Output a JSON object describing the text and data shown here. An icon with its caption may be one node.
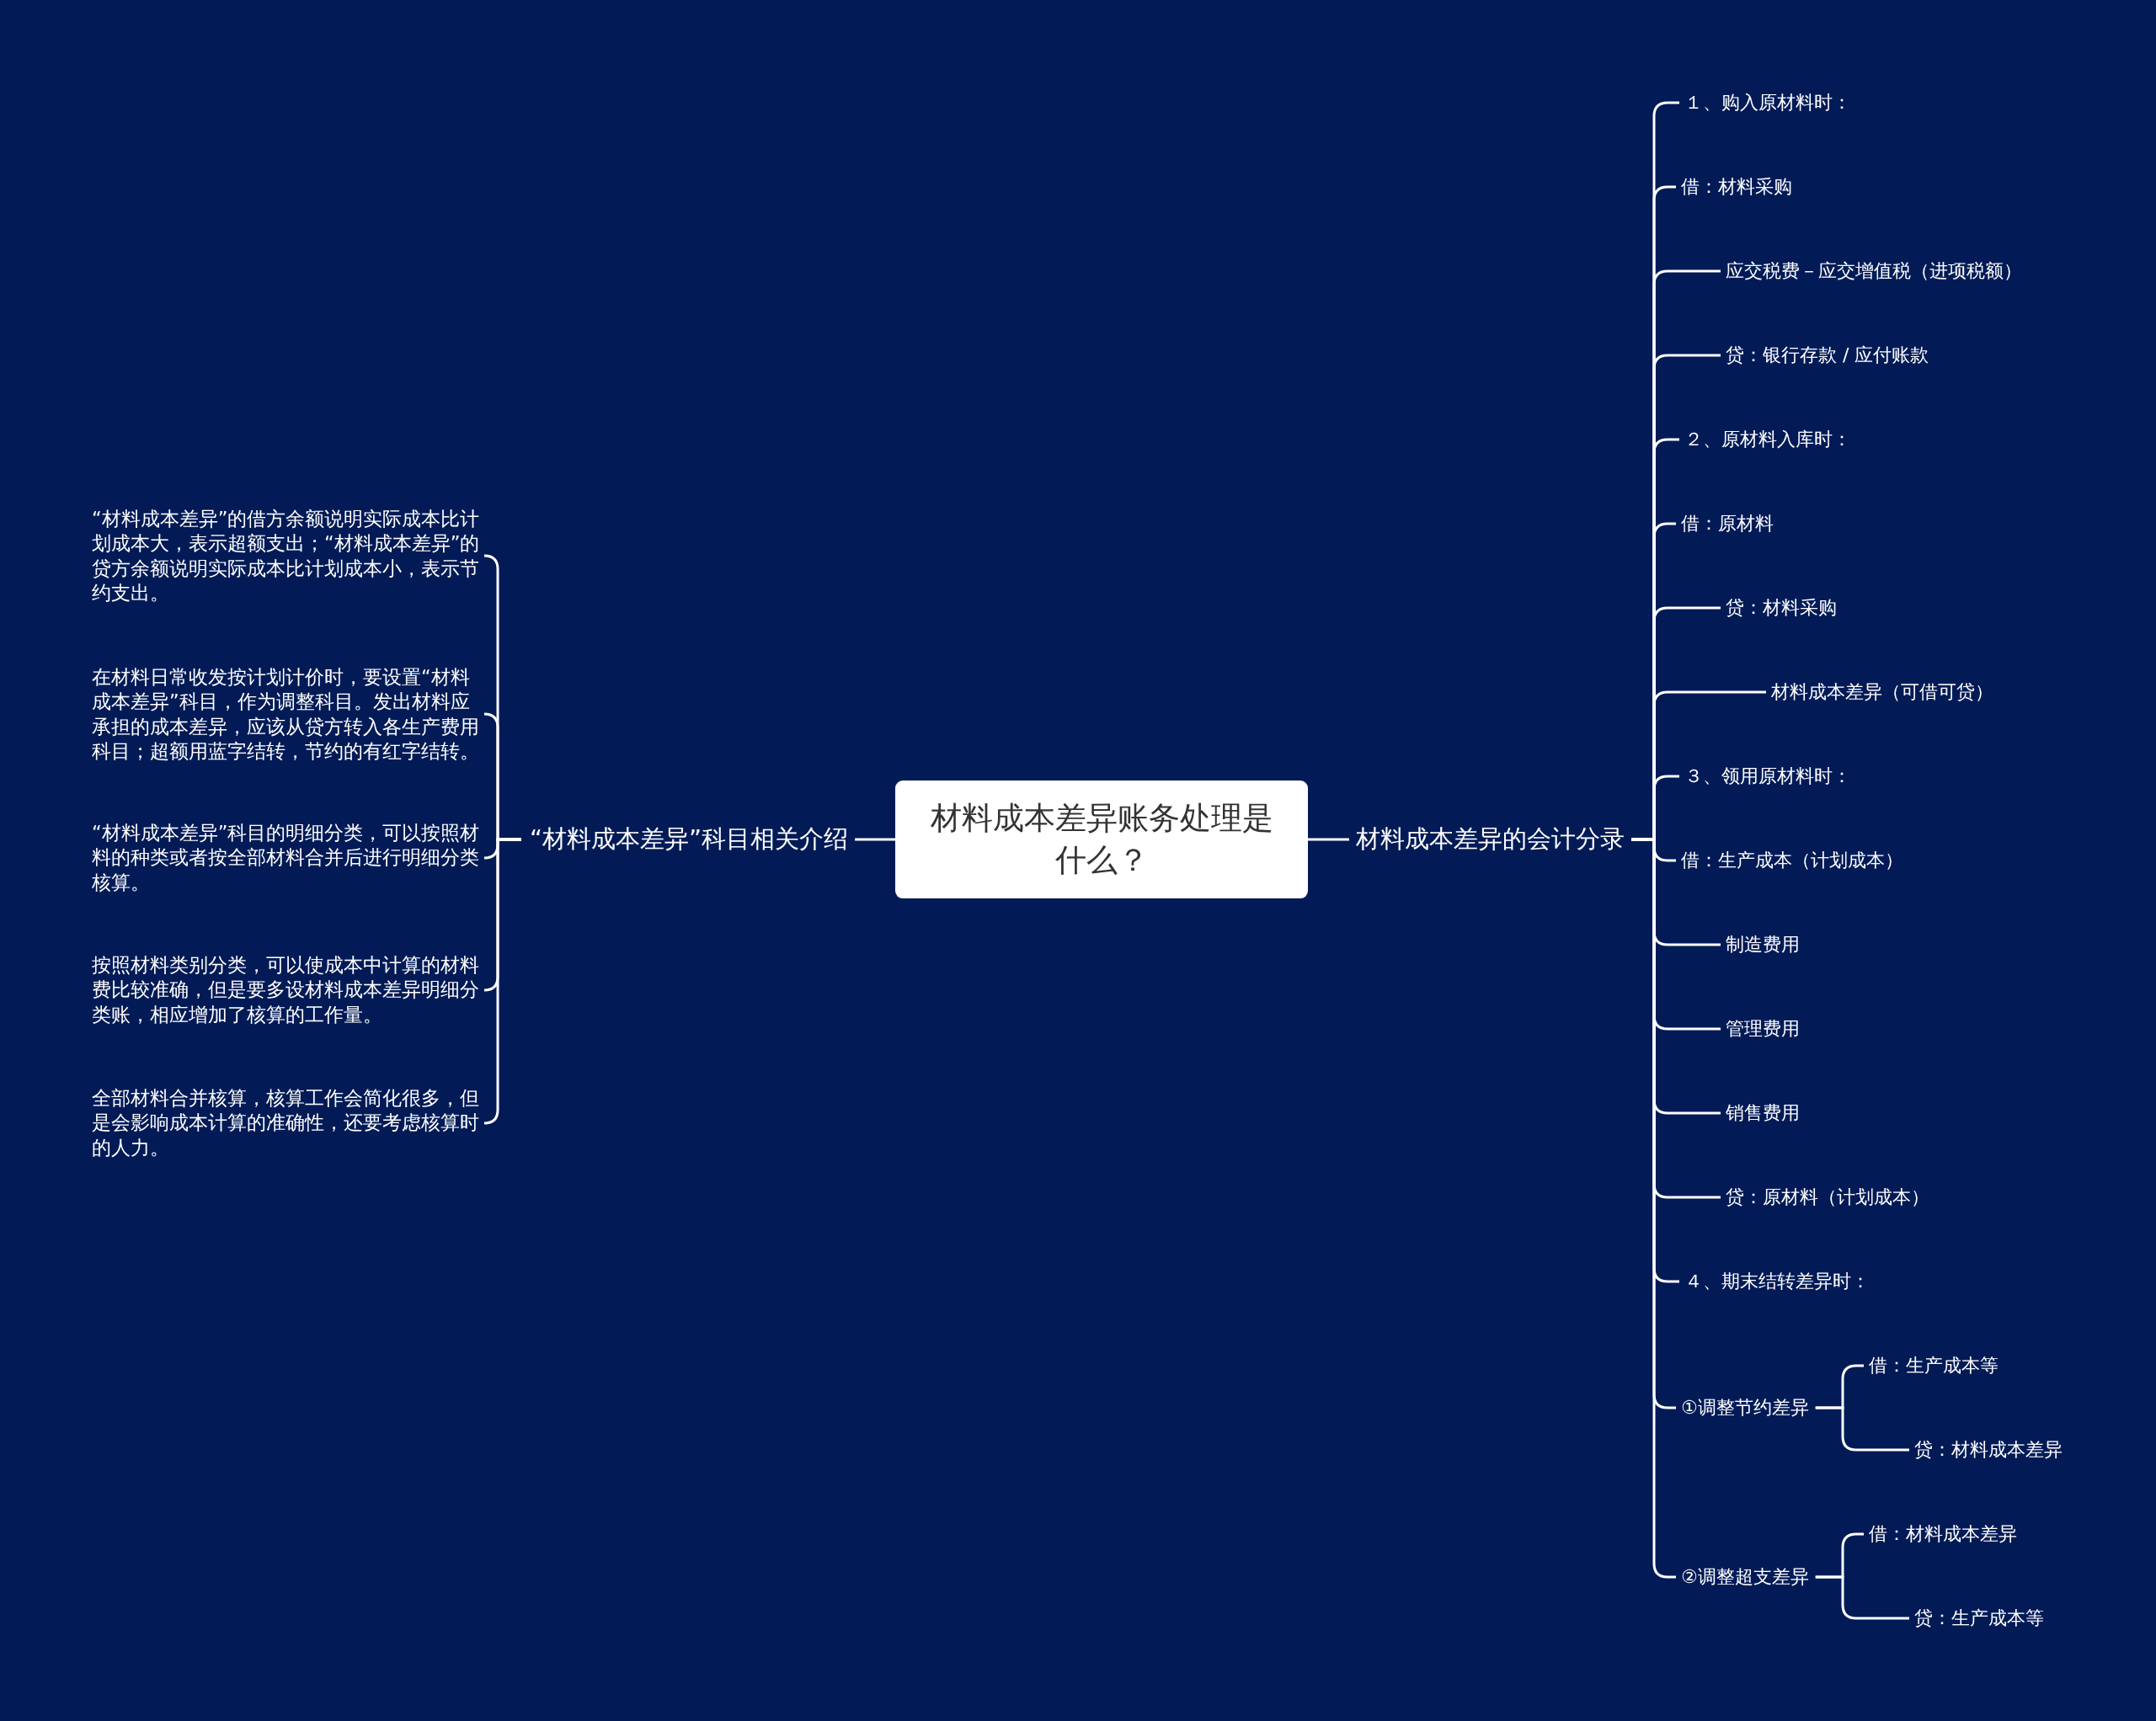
{
  "diagram": {
    "nodes": [
      {
        "text": [
          "材料成本差异账务处理是什么？"
        ]
      },
      {
        "text": [
          "材料成本差异的会计分录"
        ]
      },
      {
        "text": [
          "“材料成本差异”科目相关介绍"
        ]
      },
      {
        "text": [
          "１、购入原材料时："
        ]
      },
      {
        "text": [
          "借：材料采购"
        ]
      },
      {
        "text": [
          "应交税费－应交增值税（进项税额）"
        ]
      },
      {
        "text": [
          "贷：银行存款 / 应付账款"
        ]
      },
      {
        "text": [
          "２、原材料入库时："
        ]
      },
      {
        "text": [
          "借：原材料"
        ]
      },
      {
        "text": [
          "贷：材料采购"
        ]
      },
      {
        "text": [
          "材料成本差异（可借可贷）"
        ]
      },
      {
        "text": [
          "３、领用原材料时："
        ]
      },
      {
        "text": [
          "借：生产成本（计划成本）"
        ]
      },
      {
        "text": [
          "制造费用"
        ]
      },
      {
        "text": [
          "管理费用"
        ]
      },
      {
        "text": [
          "销售费用"
        ]
      },
      {
        "text": [
          "贷：原材料（计划成本）"
        ]
      },
      {
        "text": [
          "４、期末结转差异时："
        ]
      },
      {
        "text": [
          "①调整节约差异"
        ]
      },
      {
        "text": [
          "借：生产成本等"
        ]
      },
      {
        "text": [
          "贷：材料成本差异"
        ]
      },
      {
        "text": [
          "②调整超支差异"
        ]
      },
      {
        "text": [
          "借：材料成本差异"
        ]
      },
      {
        "text": [
          "贷：生产成本等"
        ]
      },
      {
        "text": [
          "“材料成本差异”的借方余额说明实际成本比计划成本大，表示超额支出；“材料成本差异”的贷方余额说明实际成本比计划成本小，表示节约支出。"
        ]
      },
      {
        "text": [
          "在材料日常收发按计划计价时，要设置“材料成本差异”科目，作为调整科目。发出材料应承担的成本差异，应该从贷方转入各生产费用科目；超额用蓝字结转，节约的有红字结转。"
        ]
      },
      {
        "text": [
          "“材料成本差异”科目的明细分类，可以按照材料的种类或者按全部材料合并后进行明细分类核算。"
        ]
      },
      {
        "text": [
          "按照材料类别分类，可以使成本中计算的材料费比较准确，但是要多设材料成本差异明细分类账，相应增加了核算的工作量。"
        ]
      },
      {
        "text": [
          "全部材料合并核算，核算工作会简化很多，但是会影响成本计算的准确性，还要考虑核算时的人力。"
        ]
      }
    ],
    "edges": [
      {
        "from": 0,
        "to": 1,
        "arrow": "none"
      },
      {
        "from": 0,
        "to": 2,
        "arrow": "none"
      },
      {
        "from": 1,
        "to": 3,
        "arrow": "none"
      },
      {
        "from": 1,
        "to": 4,
        "arrow": "none"
      },
      {
        "from": 1,
        "to": 5,
        "arrow": "none"
      },
      {
        "from": 1,
        "to": 6,
        "arrow": "none"
      },
      {
        "from": 1,
        "to": 7,
        "arrow": "none"
      },
      {
        "from": 1,
        "to": 8,
        "arrow": "none"
      },
      {
        "from": 1,
        "to": 9,
        "arrow": "none"
      },
      {
        "from": 1,
        "to": 10,
        "arrow": "none"
      },
      {
        "from": 1,
        "to": 11,
        "arrow": "none"
      },
      {
        "from": 1,
        "to": 12,
        "arrow": "none"
      },
      {
        "from": 1,
        "to": 13,
        "arrow": "none"
      },
      {
        "from": 1,
        "to": 14,
        "arrow": "none"
      },
      {
        "from": 1,
        "to": 15,
        "arrow": "none"
      },
      {
        "from": 1,
        "to": 16,
        "arrow": "none"
      },
      {
        "from": 1,
        "to": 17,
        "arrow": "none"
      },
      {
        "from": 1,
        "to": 18,
        "arrow": "none"
      },
      {
        "from": 1,
        "to": 21,
        "arrow": "none"
      },
      {
        "from": 18,
        "to": 19,
        "arrow": "none"
      },
      {
        "from": 18,
        "to": 20,
        "arrow": "none"
      },
      {
        "from": 21,
        "to": 22,
        "arrow": "none"
      },
      {
        "from": 21,
        "to": 23,
        "arrow": "none"
      },
      {
        "from": 2,
        "to": 24,
        "arrow": "none"
      },
      {
        "from": 2,
        "to": 25,
        "arrow": "none"
      },
      {
        "from": 2,
        "to": 26,
        "arrow": "none"
      },
      {
        "from": 2,
        "to": 27,
        "arrow": "none"
      },
      {
        "from": 2,
        "to": 28,
        "arrow": "none"
      }
    ]
  }
}
